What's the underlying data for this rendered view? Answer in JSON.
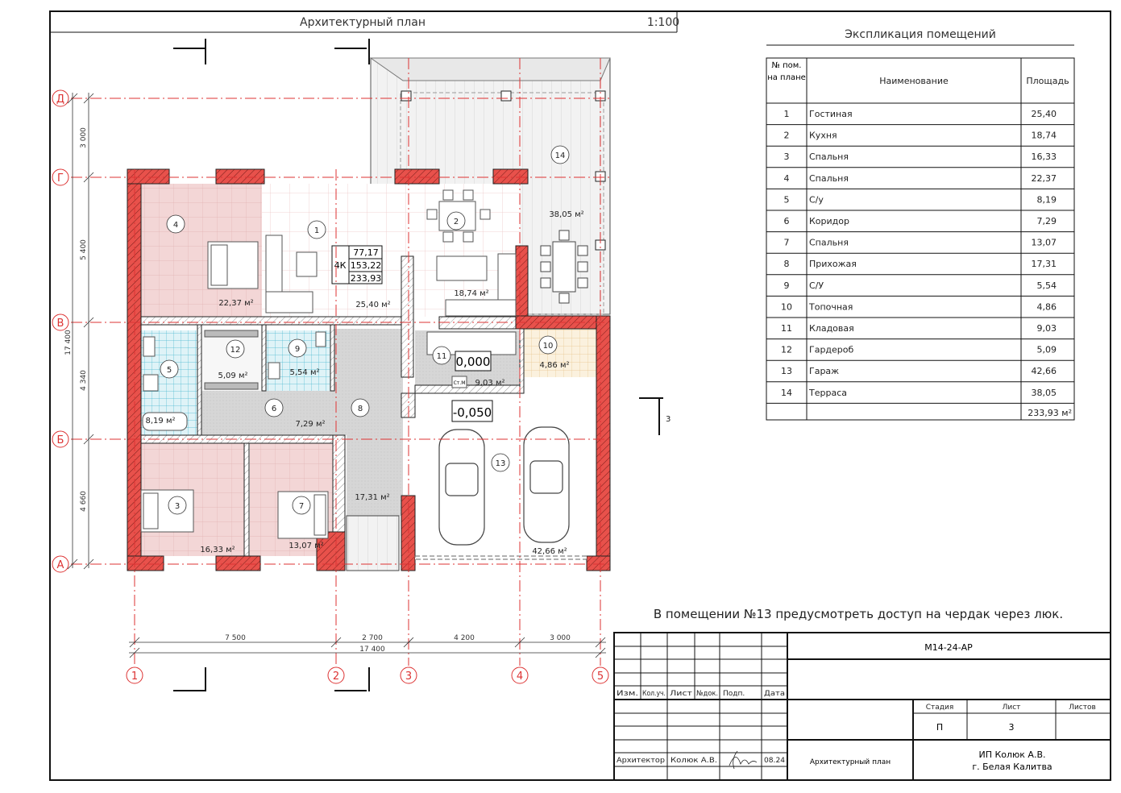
{
  "header": {
    "title": "Архитектурный план",
    "scale": "1:100"
  },
  "axes": {
    "horizontal": [
      "Д",
      "Г",
      "В",
      "Б",
      "А"
    ],
    "vertical": [
      "1",
      "2",
      "3",
      "4",
      "5"
    ]
  },
  "dimensions": {
    "left": [
      "3 000",
      "5 400",
      "4 340",
      "4 660"
    ],
    "left_total": "17 400",
    "bottom": [
      "7 500",
      "2 700",
      "4 200",
      "3 000"
    ],
    "bottom_total": "17 400"
  },
  "rooms": [
    {
      "num": "1",
      "area": "25,40 м²"
    },
    {
      "num": "2",
      "area": "18,74 м²"
    },
    {
      "num": "3",
      "area": "16,33 м²"
    },
    {
      "num": "4",
      "area": "22,37 м²"
    },
    {
      "num": "5",
      "area": "8,19 м²"
    },
    {
      "num": "6",
      "area": "7,29 м²"
    },
    {
      "num": "7",
      "area": "13,07 м²"
    },
    {
      "num": "8",
      "area": "17,31 м²"
    },
    {
      "num": "9",
      "area": "5,54 м²"
    },
    {
      "num": "10",
      "area": "4,86 м²"
    },
    {
      "num": "11",
      "area": "9,03 м²"
    },
    {
      "num": "12",
      "area": "5,09 м²"
    },
    {
      "num": "13",
      "area": "42,66 м²"
    },
    {
      "num": "14",
      "area": "38,05 м²"
    }
  ],
  "summary": {
    "type": "4К",
    "living": "77,17",
    "total": "153,22",
    "gross": "233,93"
  },
  "levels": {
    "main": "0,000",
    "garage": "-0,050",
    "boiler_tag": "Ст.М"
  },
  "section_mark": "3",
  "explication": {
    "title": "Экспликация помещений",
    "headers": [
      "№ пом. на плане",
      "Наименование",
      "Площадь"
    ],
    "rows": [
      [
        "1",
        "Гостиная",
        "25,40"
      ],
      [
        "2",
        "Кухня",
        "18,74"
      ],
      [
        "3",
        "Спальня",
        "16,33"
      ],
      [
        "4",
        "Спальня",
        "22,37"
      ],
      [
        "5",
        "С/у",
        "8,19"
      ],
      [
        "6",
        "Коридор",
        "7,29"
      ],
      [
        "7",
        "Спальня",
        "13,07"
      ],
      [
        "8",
        "Прихожая",
        "17,31"
      ],
      [
        "9",
        "С/У",
        "5,54"
      ],
      [
        "10",
        "Топочная",
        "4,86"
      ],
      [
        "11",
        "Кладовая",
        "9,03"
      ],
      [
        "12",
        "Гардероб",
        "5,09"
      ],
      [
        "13",
        "Гараж",
        "42,66"
      ],
      [
        "14",
        "Терраса",
        "38,05"
      ]
    ],
    "total": "233,93 м²"
  },
  "note": "В помещении №13 предусмотреть доступ на чердак через люк.",
  "title_block": {
    "code": "М14-24-АР",
    "cols": [
      "Изм.",
      "Кол.уч.",
      "Лист",
      "№док.",
      "Подп.",
      "Дата"
    ],
    "stage_label": "Стадия",
    "sheet_label": "Лист",
    "sheets_label": "Листов",
    "stage": "П",
    "sheet": "3",
    "role": "Архитектор",
    "name": "Колюк А.В.",
    "date": "08.24",
    "drawing_name": "Архитектурный план",
    "org": "ИП Колюк А.В.",
    "city": "г. Белая Калитва"
  }
}
